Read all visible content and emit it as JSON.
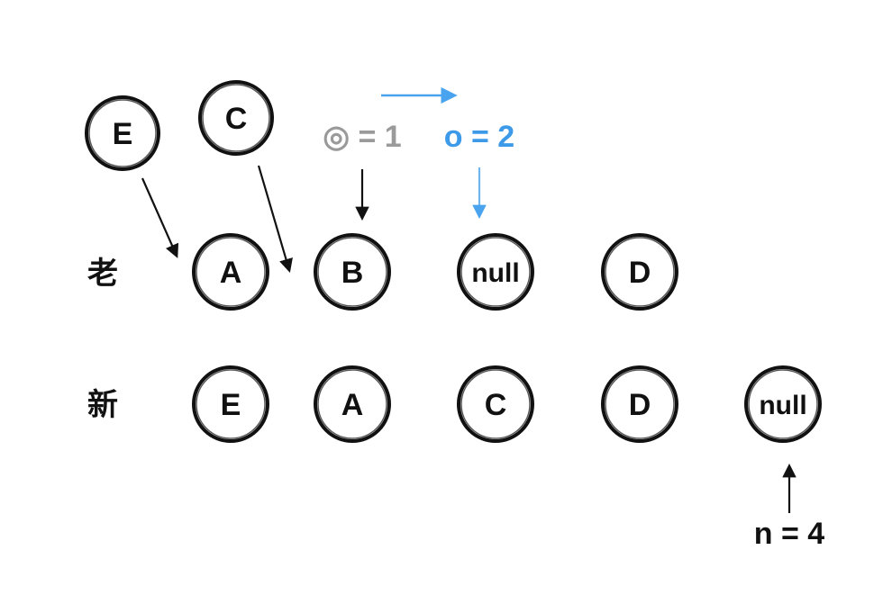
{
  "row_labels": {
    "old": "老",
    "new": "新"
  },
  "detached_nodes": {
    "e": "E",
    "c": "C"
  },
  "old_row": [
    "A",
    "B",
    "null",
    "D"
  ],
  "new_row": [
    "E",
    "A",
    "C",
    "D",
    "null"
  ],
  "pointers": {
    "old_prev": "◎ = 1",
    "old_current": "o = 2",
    "new_current": "n = 4"
  },
  "colors": {
    "ink": "#111111",
    "accent": "#3d9ae8",
    "muted": "#9a9a9a"
  }
}
